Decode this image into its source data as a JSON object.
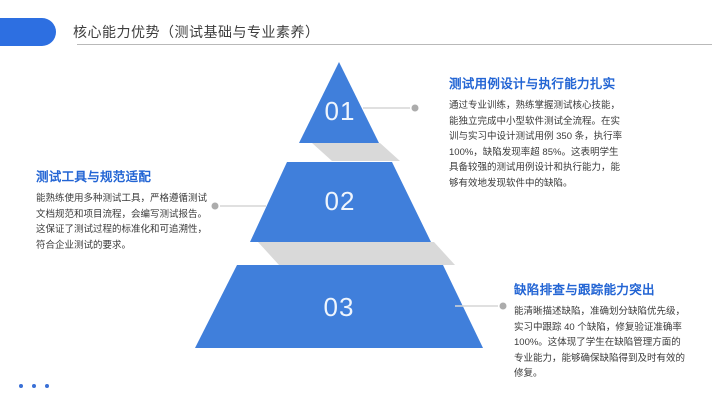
{
  "header": {
    "title": "核心能力优势（测试基础与专业素养）"
  },
  "pyramid": {
    "levels": [
      {
        "number": "01"
      },
      {
        "number": "02"
      },
      {
        "number": "03"
      }
    ]
  },
  "callouts": {
    "top_right": {
      "heading": "测试用例设计与执行能力扎实",
      "body": "通过专业训练，熟练掌握测试核心技能，能独立完成中小型软件测试全流程。在实训与实习中设计测试用例 350 条，执行率 100%，缺陷发现率超 85%。这表明学生具备较强的测试用例设计和执行能力，能够有效地发现软件中的缺陷。"
    },
    "left": {
      "heading": "测试工具与规范适配",
      "body": "能熟练使用多种测试工具，严格遵循测试文档规范和项目流程，会编写测试报告。这保证了测试过程的标准化和可追溯性，符合企业测试的要求。"
    },
    "bottom_right": {
      "heading": "缺陷排查与跟踪能力突出",
      "body": "能清晰描述缺陷，准确划分缺陷优先级，实习中跟踪 40 个缺陷，修复验证准确率 100%。这体现了学生在缺陷管理方面的专业能力，能够确保缺陷得到及时有效的修复。"
    }
  },
  "footer": {
    "pagination_dots": 3
  },
  "colors": {
    "accent_blue": "#2D6FE1",
    "pyramid_blue": "#407FDB",
    "heading_blue": "#2365D4",
    "shadow_gray": "#D9D9D9",
    "connector_line_gray": "#D5D5D5",
    "connector_dot_gray": "#ACACAC",
    "body_text": "#3A3A3A",
    "title_text": "#3D3D3D"
  }
}
